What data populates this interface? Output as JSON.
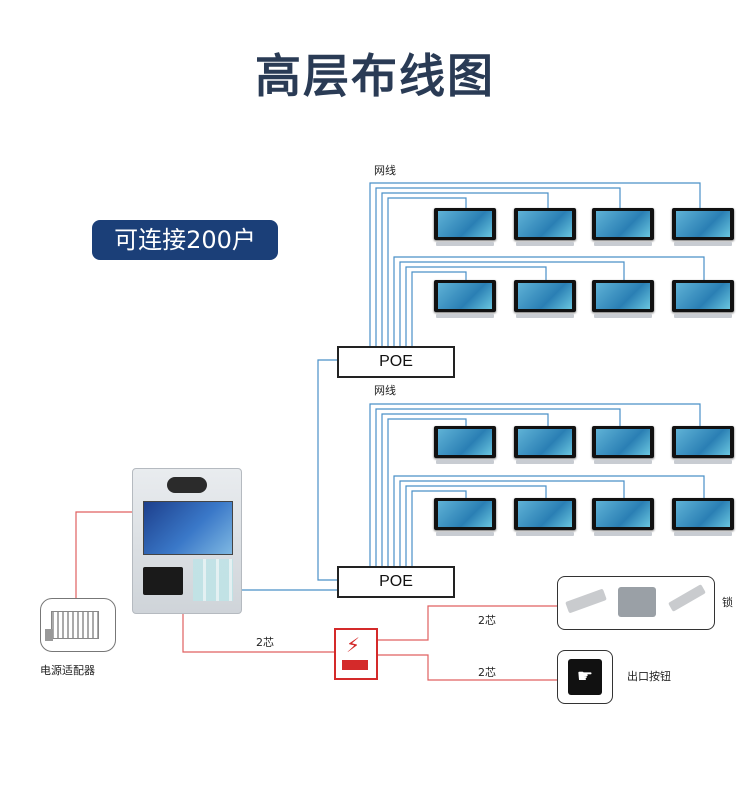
{
  "title": "高层布线图",
  "badge": "可连接200户",
  "labels": {
    "network_top": "网线",
    "network_bottom": "网线",
    "poe_top": "POE",
    "poe_bottom": "POE",
    "two_core_left": "2芯",
    "two_core_lock": "2芯",
    "two_core_exit": "2芯",
    "power_adapter": "电源适配器",
    "lock": "锁",
    "exit_button": "出口按钮"
  },
  "colors": {
    "title": "#2a3b55",
    "badge": "#1b3f78",
    "network_wire": "#4a90c8",
    "power_wire": "#e06060"
  },
  "icons": {
    "monitor": "indoor-monitor-icon",
    "outdoor_station": "outdoor-station-icon",
    "adapter": "power-adapter-icon",
    "power_supply": "power-supply-icon",
    "locks": "lock-icon",
    "exit": "exit-button-icon"
  }
}
